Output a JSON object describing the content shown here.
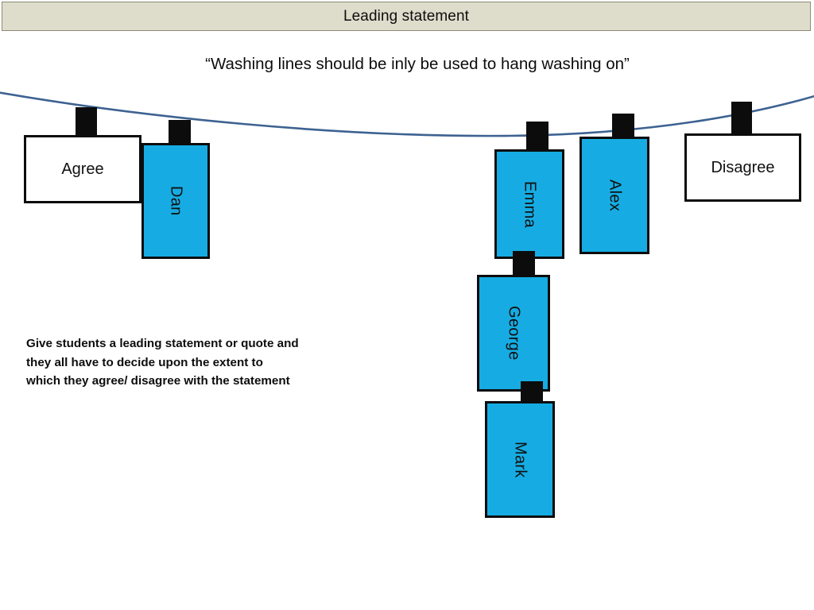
{
  "header": {
    "title": "Leading statement",
    "bar_color": "#dedccb",
    "border_color": "#8e8c77"
  },
  "quote": {
    "text": "“Washing lines should be inly be used to hang washing on”"
  },
  "washing_line": {
    "color": "#3d6291",
    "name": "washing-line"
  },
  "colors": {
    "card_blue": "#16ace3",
    "card_white": "#ffffff",
    "outline": "#0c0c0c",
    "peg": "#0c0c0c"
  },
  "cards": [
    {
      "label": "Agree",
      "type": "end",
      "name": "card-agree"
    },
    {
      "label": "Dan",
      "type": "name",
      "name": "card-dan"
    },
    {
      "label": "Emma",
      "type": "name",
      "name": "card-emma"
    },
    {
      "label": "Alex",
      "type": "name",
      "name": "card-alex"
    },
    {
      "label": "George",
      "type": "name",
      "name": "card-george"
    },
    {
      "label": "Mark",
      "type": "name",
      "name": "card-mark"
    },
    {
      "label": "Disagree",
      "type": "end",
      "name": "card-disagree"
    }
  ],
  "note": {
    "line1": "Give students a leading statement or quote and",
    "line2": "they all have to decide upon the extent to",
    "line3": "which they agree/ disagree with the statement"
  }
}
